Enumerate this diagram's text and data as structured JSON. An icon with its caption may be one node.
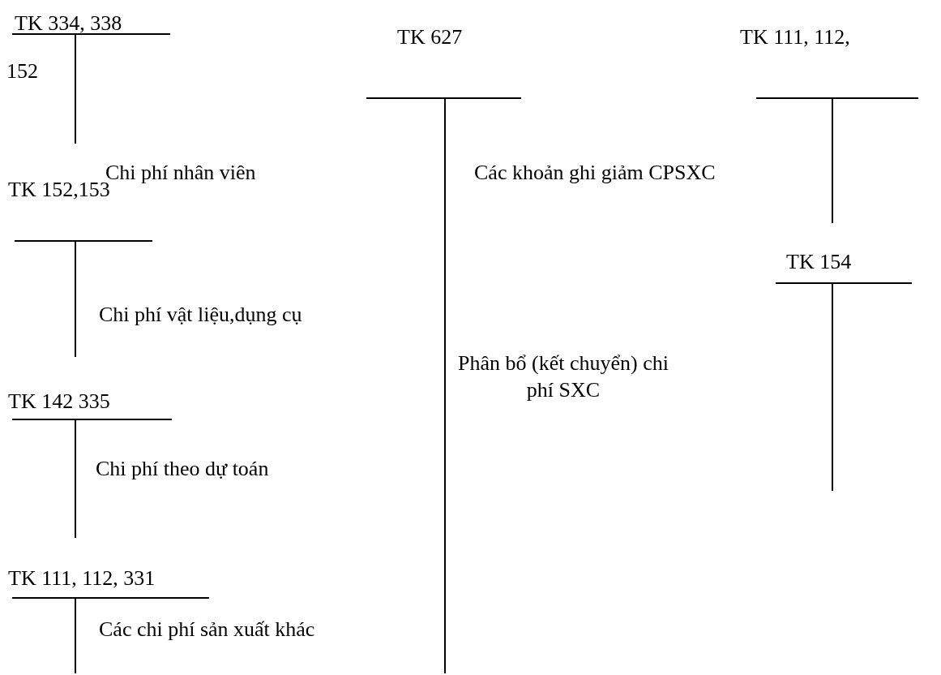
{
  "diagram": {
    "nodes": [
      {
        "text": [
          "TK 334, 338",
          "152"
        ]
      },
      {
        "text": [
          "TK 627"
        ]
      },
      {
        "text": [
          "TK 111, 112,"
        ]
      },
      {
        "text": [
          "TK 152,153"
        ]
      },
      {
        "text": [
          "TK 154"
        ]
      },
      {
        "text": [
          "TK 142 335"
        ]
      },
      {
        "text": [
          "TK 111, 112, 331"
        ]
      }
    ],
    "labels": [
      "Chi phí nhân viên",
      "Các khoản ghi giảm CPSXC",
      "Chi phí vật liệu,dụng cụ",
      "Phân bổ (kết chuyển) chi phí SXC",
      "Chi phí theo dự toán",
      "Các chi phí sản xuất khác"
    ]
  }
}
